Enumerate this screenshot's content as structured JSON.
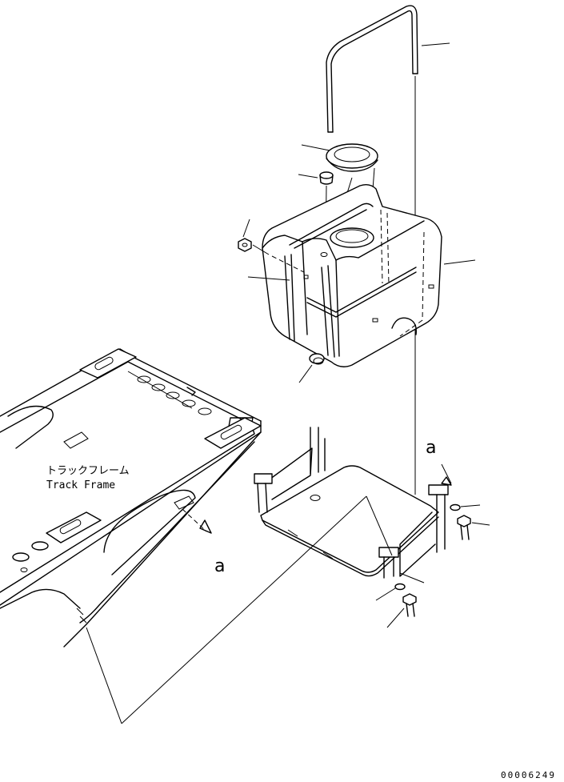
{
  "labels": {
    "frame_jp": "トラックフレーム",
    "frame_en": "Track Frame",
    "view_a_upper": "a",
    "view_a_lower": "a"
  },
  "document_number": "00006249"
}
